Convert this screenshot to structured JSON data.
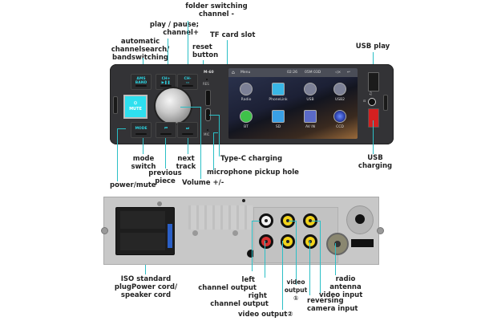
{
  "front_panel": {
    "model": "M-60",
    "buttons": {
      "ams_band": [
        "AMS",
        "BAND"
      ],
      "ch_plus": [
        "CH+",
        "▶❚❚"
      ],
      "ch_minus": [
        "CH-",
        "▭"
      ],
      "mute": [
        "⏻",
        "MUTE"
      ],
      "mode": "MODE",
      "prev": "⏮",
      "next": "⏭"
    },
    "res_label": "RES",
    "mic_label": "MIC",
    "screen": {
      "status_bar": {
        "menu": "Menu",
        "time": "02:26",
        "date": "05M 03D",
        "home_icon": "home-icon",
        "mute_icon": "speaker-mute-icon",
        "back_icon": "back-arrow-icon"
      },
      "apps": [
        {
          "label": "Radio",
          "icon": "radio-icon",
          "color": "#7c8096"
        },
        {
          "label": "PhoneLink",
          "icon": "phonelink-icon",
          "color": "#39b6e6"
        },
        {
          "label": "USB",
          "icon": "usb-icon",
          "color": "#7c8096"
        },
        {
          "label": "USB2",
          "icon": "usb-icon",
          "color": "#7c8096"
        },
        {
          "label": "BT",
          "icon": "phone-bluetooth-icon",
          "color": "#3fc24a"
        },
        {
          "label": "SD",
          "icon": "sd-card-icon",
          "color": "#39a0e6"
        },
        {
          "label": "AV IN",
          "icon": "av-in-icon",
          "color": "#5a6ac8"
        },
        {
          "label": "CCD",
          "icon": "camera-icon",
          "color": "#2b3fa8"
        }
      ]
    }
  },
  "front_labels": {
    "folder_switching": [
      "folder switching",
      "channel -"
    ],
    "play_pause": [
      "play / pause;",
      "channel+"
    ],
    "automatic_search": [
      "automatic",
      "channelsearch/",
      "bandswitching"
    ],
    "reset": [
      "reset",
      "button"
    ],
    "tf_card": "TF card slot",
    "usb_play": "USB play",
    "usb_charging": [
      "USB",
      "charging"
    ],
    "type_c": "Type-C charging",
    "microphone": "microphone pickup hole",
    "volume": "Volume +/-",
    "mode_switch": [
      "mode",
      "switch"
    ],
    "next_track": [
      "next",
      "track"
    ],
    "previous_piece": [
      "previous",
      "piece"
    ],
    "power_mute": "power/mute"
  },
  "rear_labels": {
    "iso": [
      "ISO standard",
      "plugPower cord/",
      "speaker cord"
    ],
    "left_output": [
      "left",
      "channel output"
    ],
    "right_output": [
      "right",
      "channel output"
    ],
    "video_output_2": "video output②",
    "video_output_1": [
      "video",
      "output",
      "①"
    ],
    "reversing": [
      "reversing",
      "camera input"
    ],
    "video_input": "video input",
    "radio_antenna": [
      "radio",
      "antenna"
    ]
  },
  "colors": {
    "leader_line": "#2bbfc6",
    "mute_button": "#2ee0ef",
    "usb_charging_port": "#d42020",
    "rca_yellow": "#f0d21a",
    "rca_red": "#d63030",
    "rca_white": "#f2f2f2"
  }
}
